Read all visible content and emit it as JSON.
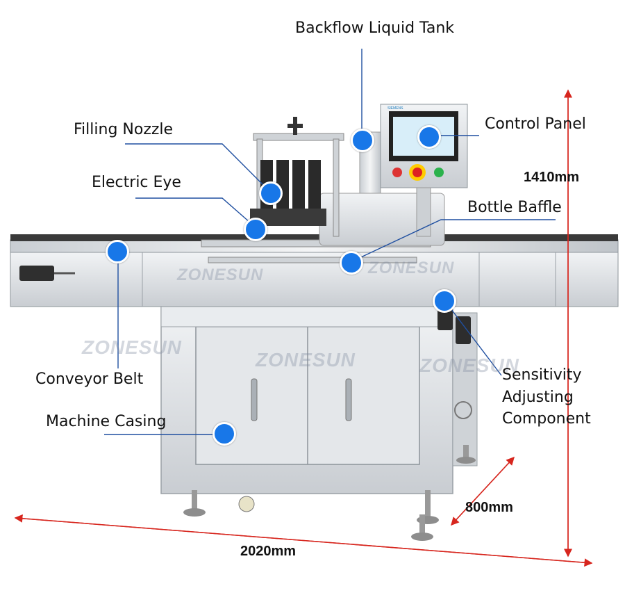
{
  "labels": {
    "backflow_tank": "Backflow Liquid Tank",
    "filling_nozzle": "Filling Nozzle",
    "control_panel": "Control Panel",
    "electric_eye": "Electric Eye",
    "bottle_baffle": "Bottle Baffle",
    "conveyor_belt": "Conveyor Belt",
    "machine_casing": "Machine Casing",
    "sensitivity_line1": "Sensitivity",
    "sensitivity_line2": "Adjusting",
    "sensitivity_line3": "Component"
  },
  "dimensions": {
    "height": "1410mm",
    "depth": "800mm",
    "length": "2020mm"
  },
  "watermark": "ZONESUN",
  "panel_brand": "SIEMENS",
  "colors": {
    "marker": "#1877e8",
    "dimension_line": "#d7261e",
    "leader_line": "#1f4fa0",
    "steel": "#d9dde1"
  }
}
